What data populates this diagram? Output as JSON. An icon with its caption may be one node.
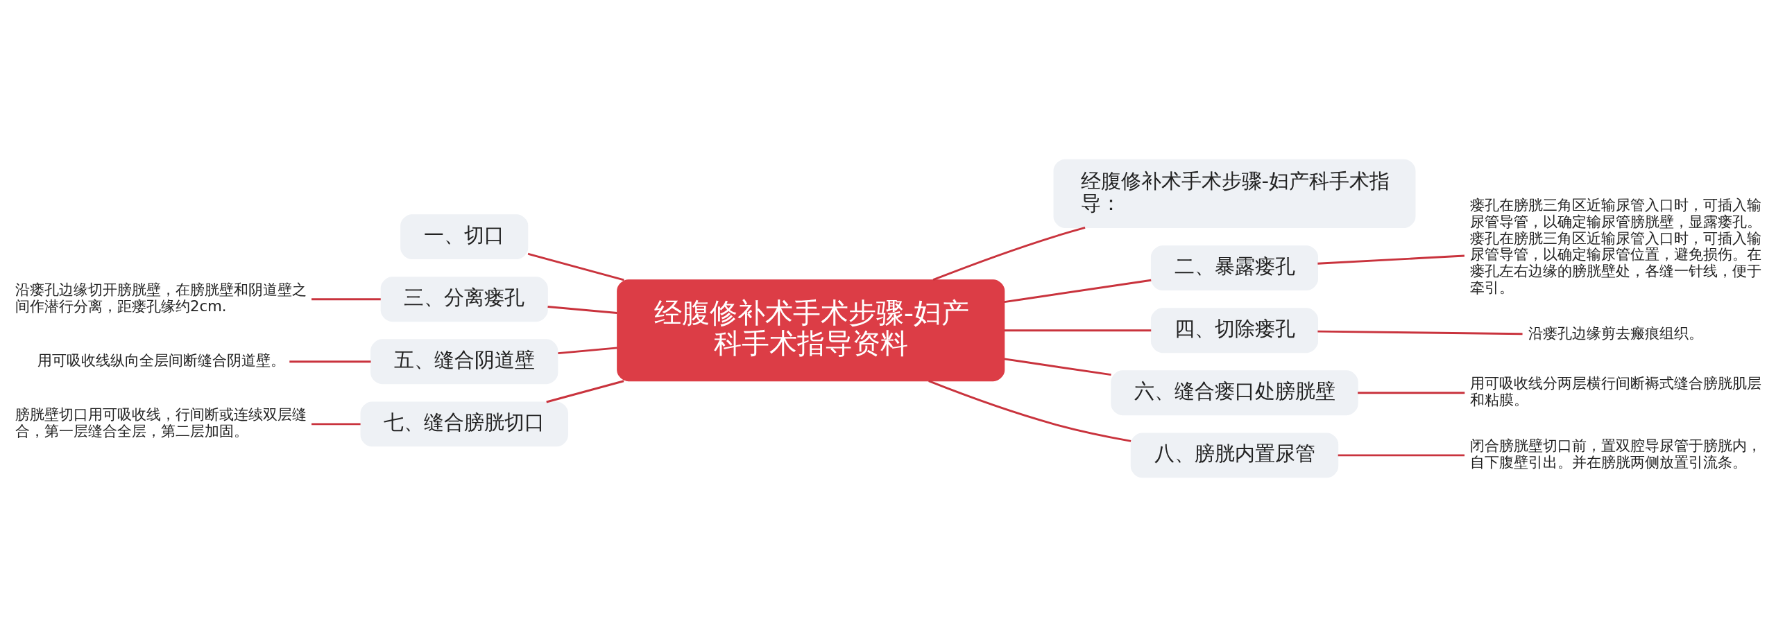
{
  "diagram": {
    "nodes": [
      {
        "text": [
          "经腹修补术手术步骤-妇产科手术指导资料"
        ]
      },
      {
        "text": [
          "经腹修补术手术步骤-妇产科手术指导："
        ]
      },
      {
        "text": [
          "一、切口"
        ]
      },
      {
        "text": [
          "二、暴露瘘孔"
        ]
      },
      {
        "text": [
          "瘘孔在膀胱三角区近输尿管入口时，可插入输尿管导管，以确定输尿管膀胱壁，显露瘘孔。瘘孔在膀胱三角区近输尿管入口时，可插入输尿管导管，以确定输尿管位置，避免损伤。在瘘孔左右边缘的膀胱壁处，各缝一针线，便于牵引。"
        ]
      },
      {
        "text": [
          "三、分离瘘孔"
        ]
      },
      {
        "text": [
          "沿瘘孔边缘切开膀胱壁，在膀胱壁和阴道壁之间作潜行分离，距瘘孔缘约2cm."
        ]
      },
      {
        "text": [
          "四、切除瘘孔"
        ]
      },
      {
        "text": [
          "沿瘘孔边缘剪去瘢痕组织。"
        ]
      },
      {
        "text": [
          "五、缝合阴道壁"
        ]
      },
      {
        "text": [
          "用可吸收线纵向全层间断缝合阴道壁。"
        ]
      },
      {
        "text": [
          "六、缝合瘘口处膀胱壁"
        ]
      },
      {
        "text": [
          "用可吸收线分两层横行间断褥式缝合膀胱肌层和粘膜。"
        ]
      },
      {
        "text": [
          "七、缝合膀胱切口"
        ]
      },
      {
        "text": [
          "膀胱壁切口用可吸收线，行间断或连续双层缝合，第一层缝合全层，第二层加固。"
        ]
      },
      {
        "text": [
          "八、膀胱内置尿管"
        ]
      },
      {
        "text": [
          "闭合膀胱壁切口前，置双腔导尿管于膀胱内，自下腹壁引出。并在膀胱两侧放置引流条。"
        ]
      }
    ],
    "edges": [
      {
        "from": 0,
        "to": 1,
        "arrow": "none"
      },
      {
        "from": 2,
        "to": 0,
        "arrow": "none"
      },
      {
        "from": 0,
        "to": 3,
        "arrow": "none"
      },
      {
        "from": 3,
        "to": 4,
        "arrow": "none"
      },
      {
        "from": 5,
        "to": 0,
        "arrow": "none"
      },
      {
        "from": 6,
        "to": 5,
        "arrow": "none"
      },
      {
        "from": 0,
        "to": 7,
        "arrow": "none"
      },
      {
        "from": 7,
        "to": 8,
        "arrow": "none"
      },
      {
        "from": 9,
        "to": 0,
        "arrow": "none"
      },
      {
        "from": 10,
        "to": 9,
        "arrow": "none"
      },
      {
        "from": 0,
        "to": 11,
        "arrow": "none"
      },
      {
        "from": 11,
        "to": 12,
        "arrow": "none"
      },
      {
        "from": 13,
        "to": 0,
        "arrow": "none"
      },
      {
        "from": 14,
        "to": 13,
        "arrow": "none"
      },
      {
        "from": 0,
        "to": 15,
        "arrow": "none"
      },
      {
        "from": 15,
        "to": 16,
        "arrow": "none"
      }
    ]
  }
}
